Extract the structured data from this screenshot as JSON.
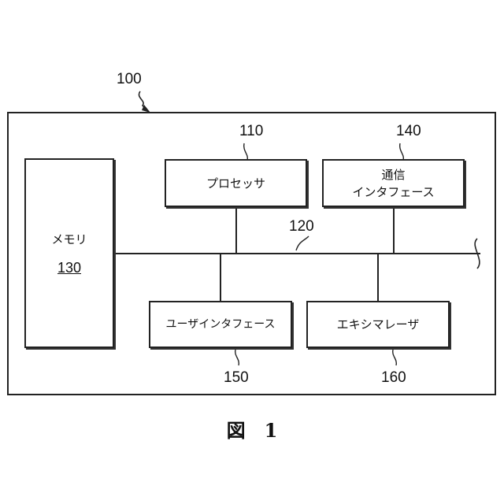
{
  "system": {
    "ref": "100"
  },
  "memory": {
    "label": "メモリ",
    "ref": "130"
  },
  "processor": {
    "label": "プロセッサ",
    "ref": "110"
  },
  "comm_interface": {
    "label_line1": "通信",
    "label_line2": "インタフェース",
    "ref": "140"
  },
  "bus": {
    "ref": "120"
  },
  "user_interface": {
    "label": "ユーザインタフェース",
    "ref": "150"
  },
  "excimer_laser": {
    "label": "エキシマレーザ",
    "ref": "160"
  },
  "figure": {
    "caption": "図　1"
  }
}
